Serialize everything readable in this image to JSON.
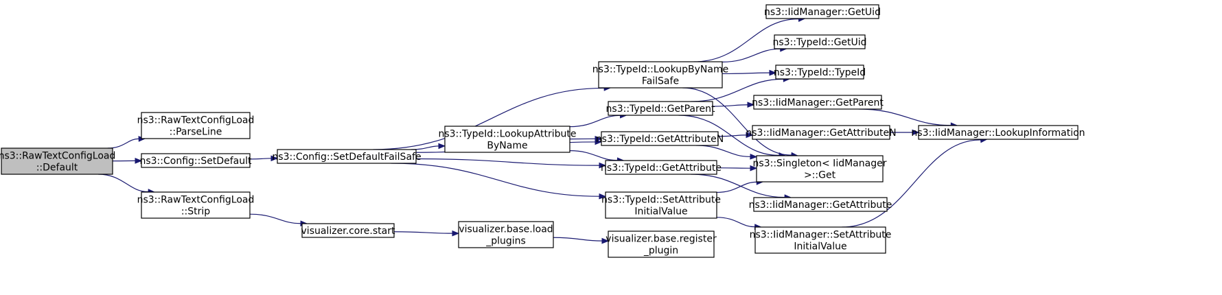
{
  "colors": {
    "edge": "#191970",
    "node_border": "#000000",
    "root_fill": "#bfbfbf",
    "node_fill": "#ffffff"
  },
  "nodes": [
    {
      "id": "default",
      "lines": [
        "ns3::RawTextConfigLoad",
        "::Default"
      ],
      "root": true
    },
    {
      "id": "parseline",
      "lines": [
        "ns3::RawTextConfigLoad",
        "::ParseLine"
      ]
    },
    {
      "id": "setdefault",
      "lines": [
        "ns3::Config::SetDefault"
      ]
    },
    {
      "id": "strip",
      "lines": [
        "ns3::RawTextConfigLoad",
        "::Strip"
      ]
    },
    {
      "id": "setdefaultfailsafe",
      "lines": [
        "ns3::Config::SetDefaultFailSafe"
      ]
    },
    {
      "id": "corestart",
      "lines": [
        "visualizer.core.start"
      ]
    },
    {
      "id": "loadplugins",
      "lines": [
        "visualizer.base.load",
        "_plugins"
      ]
    },
    {
      "id": "registerplugin",
      "lines": [
        "visualizer.base.register",
        "_plugin"
      ]
    },
    {
      "id": "lookupattrbyname",
      "lines": [
        "ns3::TypeId::LookupAttribute",
        "ByName"
      ]
    },
    {
      "id": "lookupbynamefailsafe",
      "lines": [
        "ns3::TypeId::LookupByName",
        "FailSafe"
      ]
    },
    {
      "id": "getparent",
      "lines": [
        "ns3::TypeId::GetParent"
      ]
    },
    {
      "id": "getattributen",
      "lines": [
        "ns3::TypeId::GetAttributeN"
      ]
    },
    {
      "id": "getattribute",
      "lines": [
        "ns3::TypeId::GetAttribute"
      ]
    },
    {
      "id": "setattrinitial",
      "lines": [
        "ns3::TypeId::SetAttribute",
        "InitialValue"
      ]
    },
    {
      "id": "iid_getuid",
      "lines": [
        "ns3::IidManager::GetUid"
      ]
    },
    {
      "id": "typeid_getuid",
      "lines": [
        "ns3::TypeId::GetUid"
      ]
    },
    {
      "id": "typeid_typeid",
      "lines": [
        "ns3::TypeId::TypeId"
      ]
    },
    {
      "id": "iid_getparent",
      "lines": [
        "ns3::IidManager::GetParent"
      ]
    },
    {
      "id": "iid_getattributen",
      "lines": [
        "ns3::IidManager::GetAttributeN"
      ]
    },
    {
      "id": "singleton_get",
      "lines": [
        "ns3::Singleton< IidManager",
        ">::Get"
      ]
    },
    {
      "id": "iid_getattribute",
      "lines": [
        "ns3::IidManager::GetAttribute"
      ]
    },
    {
      "id": "iid_setattrinitial",
      "lines": [
        "ns3::IidManager::SetAttribute",
        "InitialValue"
      ]
    },
    {
      "id": "iid_lookupinfo",
      "lines": [
        "ns3::IidManager::LookupInformation"
      ]
    }
  ],
  "edges": [
    [
      "default",
      "parseline"
    ],
    [
      "default",
      "setdefault"
    ],
    [
      "default",
      "strip"
    ],
    [
      "setdefault",
      "setdefaultfailsafe"
    ],
    [
      "strip",
      "corestart"
    ],
    [
      "corestart",
      "loadplugins"
    ],
    [
      "loadplugins",
      "registerplugin"
    ],
    [
      "setdefaultfailsafe",
      "lookupbynamefailsafe"
    ],
    [
      "setdefaultfailsafe",
      "getattributen"
    ],
    [
      "setdefaultfailsafe",
      "lookupattrbyname"
    ],
    [
      "setdefaultfailsafe",
      "getattribute"
    ],
    [
      "setdefaultfailsafe",
      "setattrinitial"
    ],
    [
      "lookupbynamefailsafe",
      "iid_getuid"
    ],
    [
      "lookupbynamefailsafe",
      "typeid_getuid"
    ],
    [
      "lookupbynamefailsafe",
      "typeid_typeid"
    ],
    [
      "lookupbynamefailsafe",
      "singleton_get"
    ],
    [
      "lookupattrbyname",
      "getparent"
    ],
    [
      "lookupattrbyname",
      "getattributen"
    ],
    [
      "lookupattrbyname",
      "getattribute"
    ],
    [
      "getparent",
      "typeid_typeid"
    ],
    [
      "getparent",
      "iid_getparent"
    ],
    [
      "getparent",
      "singleton_get"
    ],
    [
      "getattributen",
      "iid_getattributen"
    ],
    [
      "getattributen",
      "singleton_get"
    ],
    [
      "getattribute",
      "singleton_get"
    ],
    [
      "getattribute",
      "iid_getattribute"
    ],
    [
      "setattrinitial",
      "singleton_get"
    ],
    [
      "setattrinitial",
      "iid_setattrinitial"
    ],
    [
      "iid_getparent",
      "iid_lookupinfo"
    ],
    [
      "iid_getattributen",
      "iid_lookupinfo"
    ],
    [
      "iid_setattrinitial",
      "iid_lookupinfo"
    ]
  ]
}
